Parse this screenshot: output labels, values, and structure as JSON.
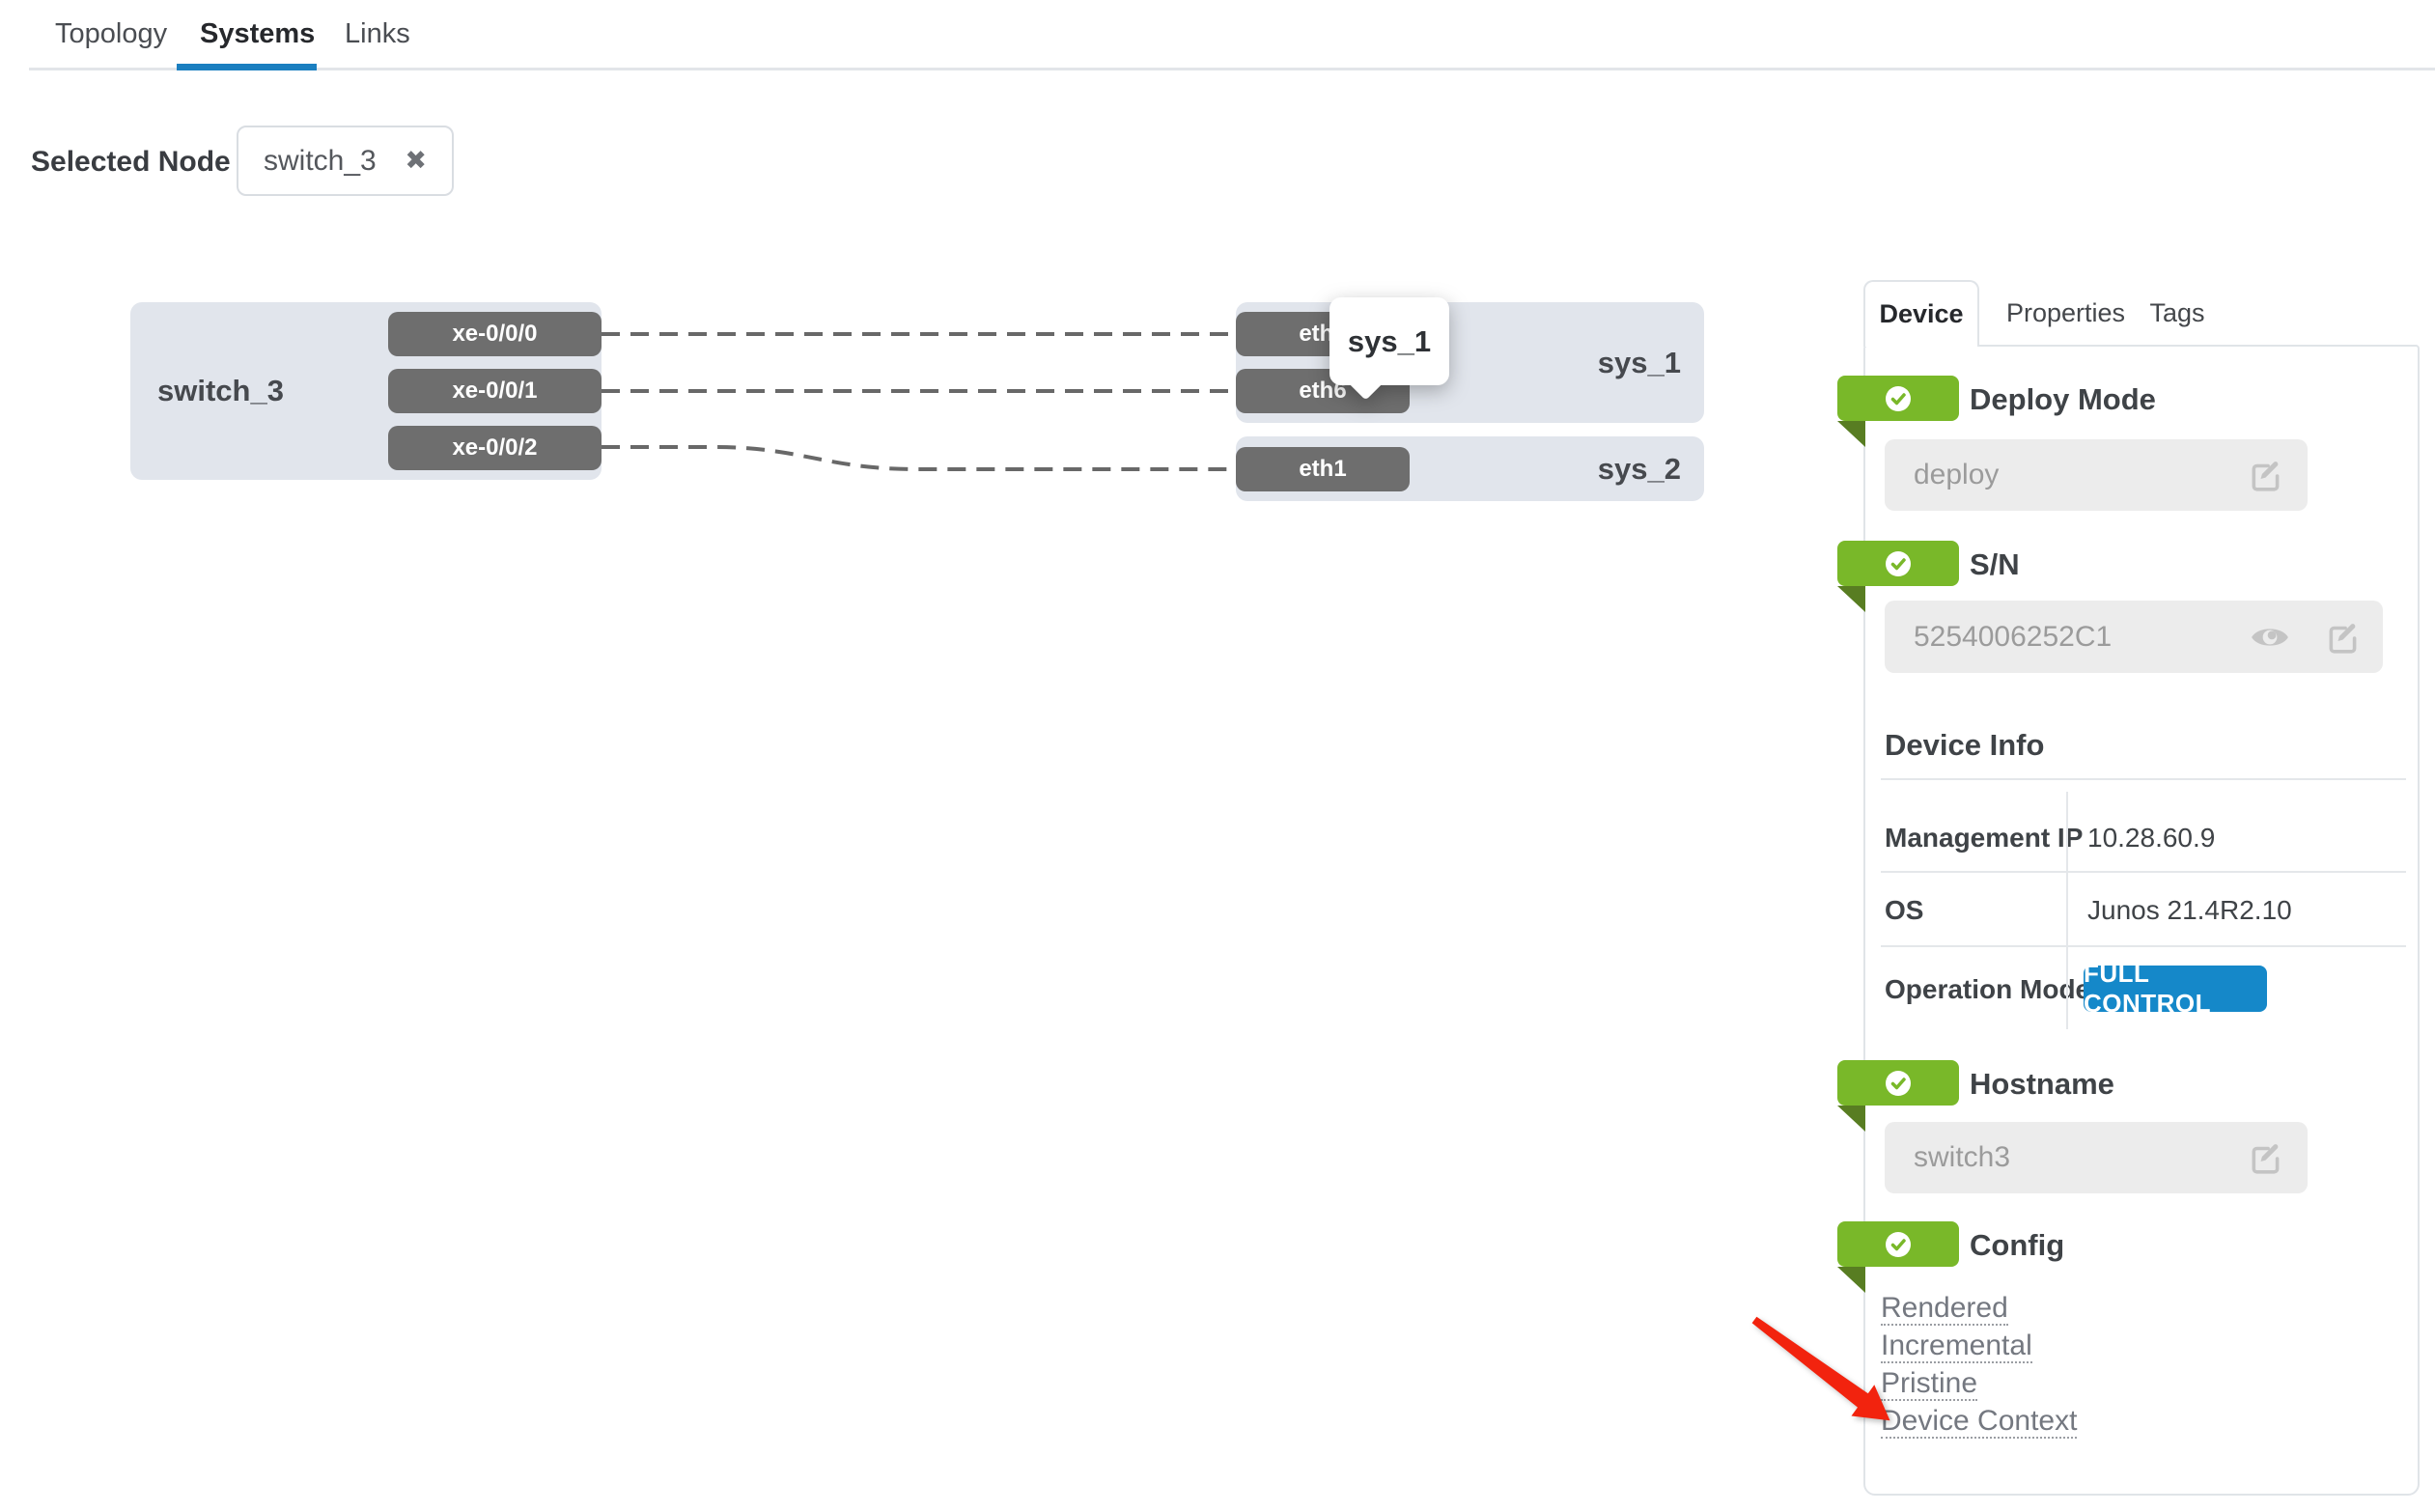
{
  "header": {
    "tabs": [
      {
        "label": "Topology",
        "active": false
      },
      {
        "label": "Systems",
        "active": true
      },
      {
        "label": "Links",
        "active": false
      }
    ]
  },
  "filter": {
    "label": "Selected Node",
    "chip": {
      "value": "switch_3",
      "close_icon": "✖"
    }
  },
  "diagram": {
    "switch": {
      "name": "switch_3",
      "ports": [
        "xe-0/0/0",
        "xe-0/0/1",
        "xe-0/0/2"
      ]
    },
    "systems": [
      {
        "name": "sys_1",
        "ports": [
          "eth5",
          "eth6"
        ]
      },
      {
        "name": "sys_2",
        "ports": [
          "eth1"
        ]
      }
    ],
    "tooltip": {
      "text": "sys_1"
    }
  },
  "panel": {
    "tabs": [
      {
        "label": "Device",
        "active": true
      },
      {
        "label": "Properties",
        "active": false
      },
      {
        "label": "Tags",
        "active": false
      }
    ],
    "deploy_mode": {
      "title": "Deploy Mode",
      "value": "deploy"
    },
    "serial": {
      "title": "S/N",
      "value": "5254006252C1"
    },
    "device_info": {
      "title": "Device Info",
      "rows": [
        {
          "label": "Management IP",
          "value": "10.28.60.9",
          "type": "text"
        },
        {
          "label": "OS",
          "value": "Junos 21.4R2.10",
          "type": "text"
        },
        {
          "label": "Operation Mode",
          "value": "FULL CONTROL",
          "type": "button"
        }
      ]
    },
    "hostname": {
      "title": "Hostname",
      "value": "switch3"
    },
    "config": {
      "title": "Config",
      "links": [
        "Rendered",
        "Incremental",
        "Pristine",
        "Device Context"
      ]
    }
  },
  "icons": {
    "close": "✖",
    "edit": "pencil-square",
    "eye": "eye",
    "status": "check-circle"
  },
  "colors": {
    "tab_accent_blue": "#1b7fc0",
    "button_blue": "#1588c9",
    "badge_green": "#79b829",
    "badge_fold_green": "#587d22",
    "node_fill": "#e1e5ec",
    "port_fill": "#6e6e6e",
    "arrow_red": "#f2230e",
    "link_gray": "#747880",
    "panel_border": "#e0e4e8",
    "field_bg": "#ececec"
  }
}
